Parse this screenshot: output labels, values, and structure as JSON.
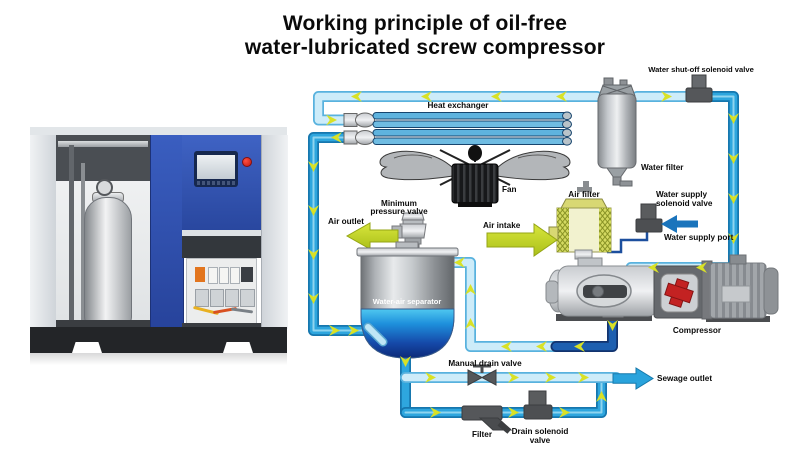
{
  "title": {
    "line1": "Working principle of oil-free",
    "line2": "water-lubricated screw compressor"
  },
  "diagram": {
    "labels": {
      "heat_exchanger": "Heat exchanger",
      "fan": "Fan",
      "water_shutoff_valve": "Water shut-off solenoid valve",
      "water_filter": "Water filter",
      "water_supply_valve_l1": "Water supply",
      "water_supply_valve_l2": "solenoid valve",
      "water_supply_port": "Water supply port",
      "air_filter": "Air filter",
      "air_intake": "Air intake",
      "air_outlet": "Air outlet",
      "min_pressure_valve_l1": "Minimum",
      "min_pressure_valve_l2": "pressure valve",
      "separator": "Water-air separator",
      "compressor": "Compressor",
      "manual_drain_valve": "Manual drain valve",
      "sewage_outlet": "Sewage outlet",
      "drain_filter": "Filter",
      "drain_valve_l1": "Drain solenoid",
      "drain_valve_l2": "valve"
    },
    "colors": {
      "pipe_blue": "#2ea6de",
      "pipe_light": "#cdecf9",
      "pipe_navy": "#1d5fb0",
      "flow_arrow_green": "#d9e126",
      "big_arrow_green": "#c3d62b",
      "sewage_arrow_blue": "#29a3dc",
      "supply_arrow_blue": "#1a74bc",
      "component_gray": "#55575a",
      "water_dark_blue": "#0c2a78",
      "coupling_red": "#c32222",
      "cabinet_blue": "#2e51ad"
    }
  }
}
